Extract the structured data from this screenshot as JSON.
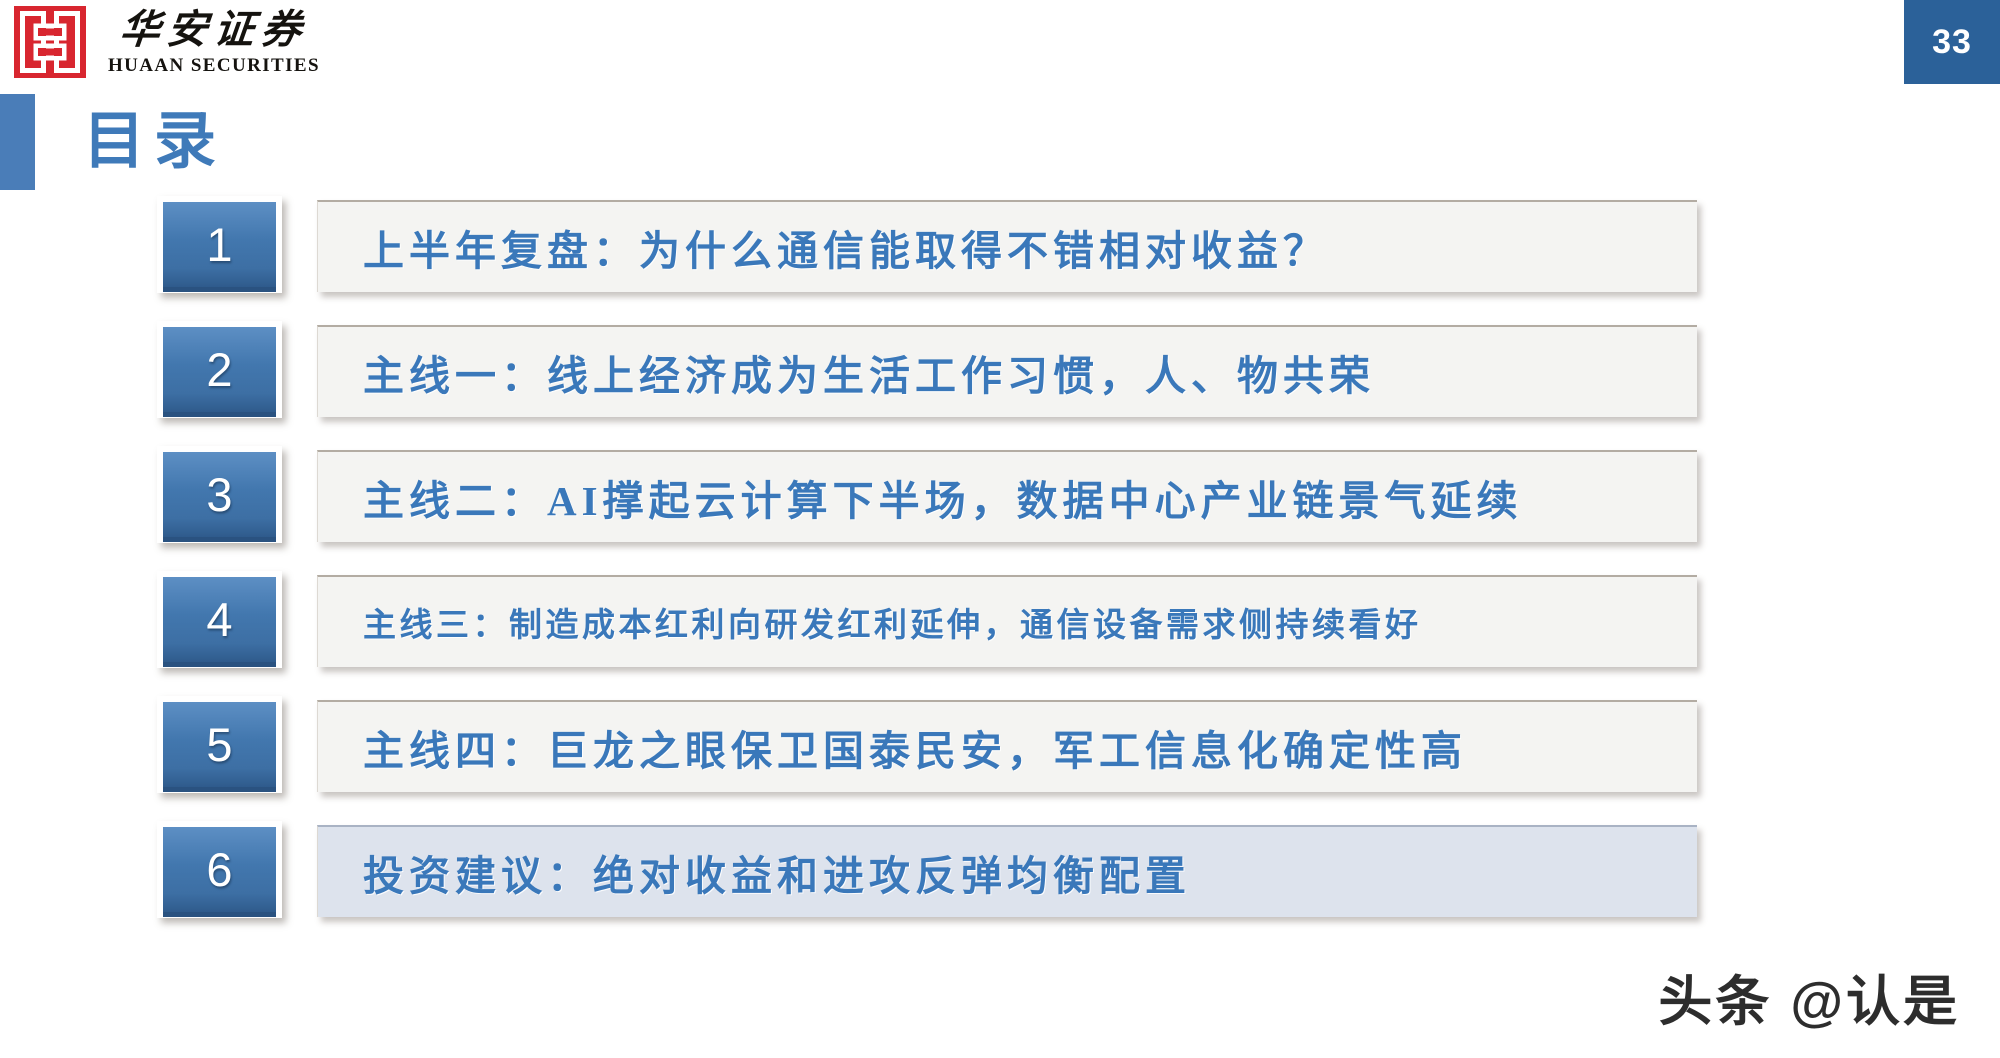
{
  "header": {
    "logo_mark": "huaan-seal-logo",
    "brand_cn": "华安证券",
    "brand_en": "HUAAN SECURITIES",
    "page_number": "33",
    "badge_color": "#2b6199"
  },
  "title": {
    "text": "目录",
    "accent_color": "#4a7db8",
    "text_color": "#3f7ab9"
  },
  "toc": {
    "items": [
      {
        "number": "1",
        "label": "上半年复盘：为什么通信能取得不错相对收益？",
        "size": "large",
        "highlight": false
      },
      {
        "number": "2",
        "label": "主线一：线上经济成为生活工作习惯，人、物共荣",
        "size": "large",
        "highlight": false
      },
      {
        "number": "3",
        "label": "主线二：AI撑起云计算下半场，数据中心产业链景气延续",
        "size": "large",
        "highlight": false
      },
      {
        "number": "4",
        "label": "主线三：制造成本红利向研发红利延伸，通信设备需求侧持续看好",
        "size": "small",
        "highlight": false
      },
      {
        "number": "5",
        "label": "主线四：巨龙之眼保卫国泰民安，军工信息化确定性高",
        "size": "large",
        "highlight": false
      },
      {
        "number": "6",
        "label": "投资建议：绝对收益和进攻反弹均衡配置",
        "size": "large",
        "highlight": true
      }
    ],
    "bar_color": "#f4f4f2",
    "bar_highlight_color": "#dde3ed",
    "number_color": "#4277ae",
    "label_color": "#3a78ba"
  },
  "watermark": {
    "text": "头条 @认是"
  }
}
